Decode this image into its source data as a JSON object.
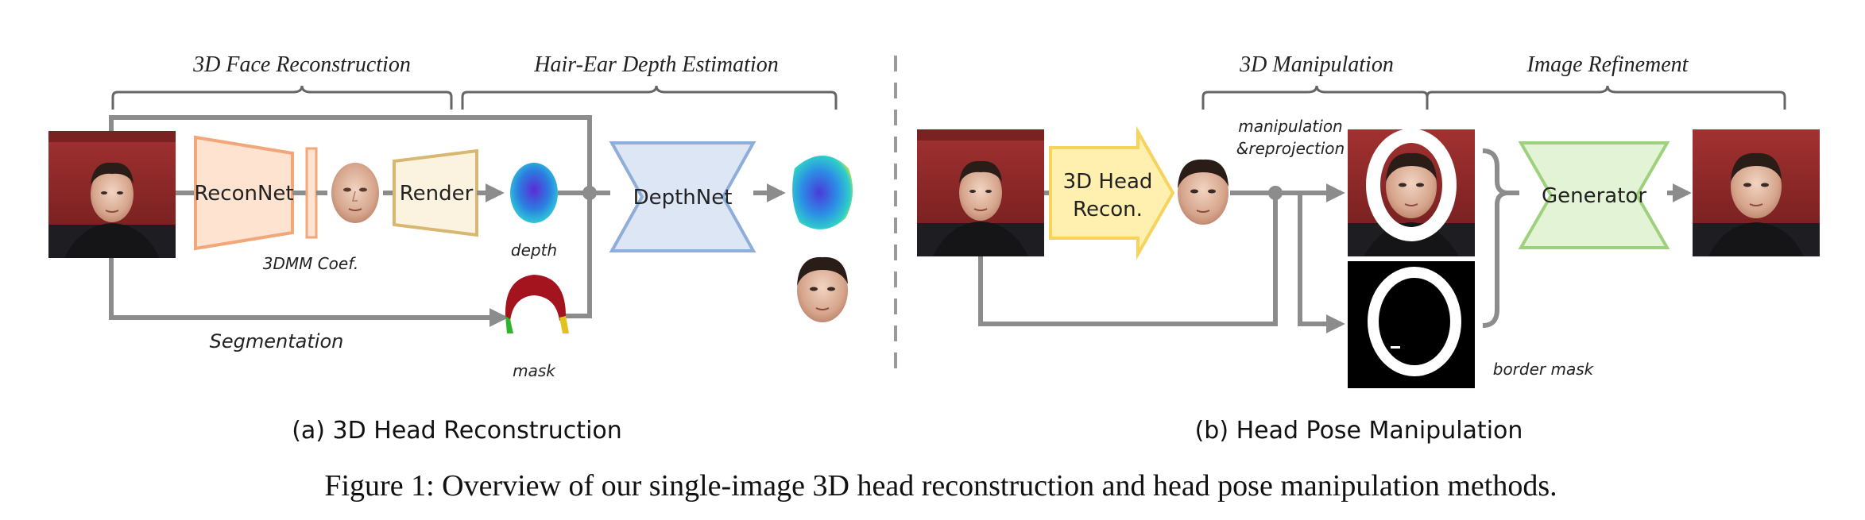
{
  "panel_a": {
    "header_left": "3D Face Reconstruction",
    "header_right": "Hair-Ear Depth Estimation",
    "reconnet": "ReconNet",
    "coef": "3DMM Coef.",
    "render": "Render",
    "depth": "depth",
    "depthnet": "DepthNet",
    "segmentation": "Segmentation",
    "mask": "mask",
    "caption": "(a) 3D Head Reconstruction"
  },
  "panel_b": {
    "header_left": "3D Manipulation",
    "header_right": "Image Refinement",
    "head_recon_line1": "3D Head",
    "head_recon_line2": "Recon.",
    "manip_line1": "manipulation",
    "manip_line2": "&reprojection",
    "generator": "Generator",
    "border_mask": "border mask",
    "caption": "(b) Head Pose Manipulation"
  },
  "figure_caption": "Figure 1: Overview of our single-image 3D head reconstruction and head pose manipulation methods.",
  "colors": {
    "arrow": "#8c8c8c",
    "reconnet_fill": "#fde3d0",
    "reconnet_stroke": "#f2a77a",
    "render_fill": "#fbf3df",
    "render_stroke": "#d8b871",
    "depthnet_fill": "#dce6f5",
    "depthnet_stroke": "#8fadd9",
    "head_recon_fill": "#fff0b0",
    "head_recon_stroke": "#f6d35c",
    "generator_fill": "#e3f3d6",
    "generator_stroke": "#9fd17d",
    "photo_bg": "#8e2525",
    "divider": "#9a9a9a"
  }
}
